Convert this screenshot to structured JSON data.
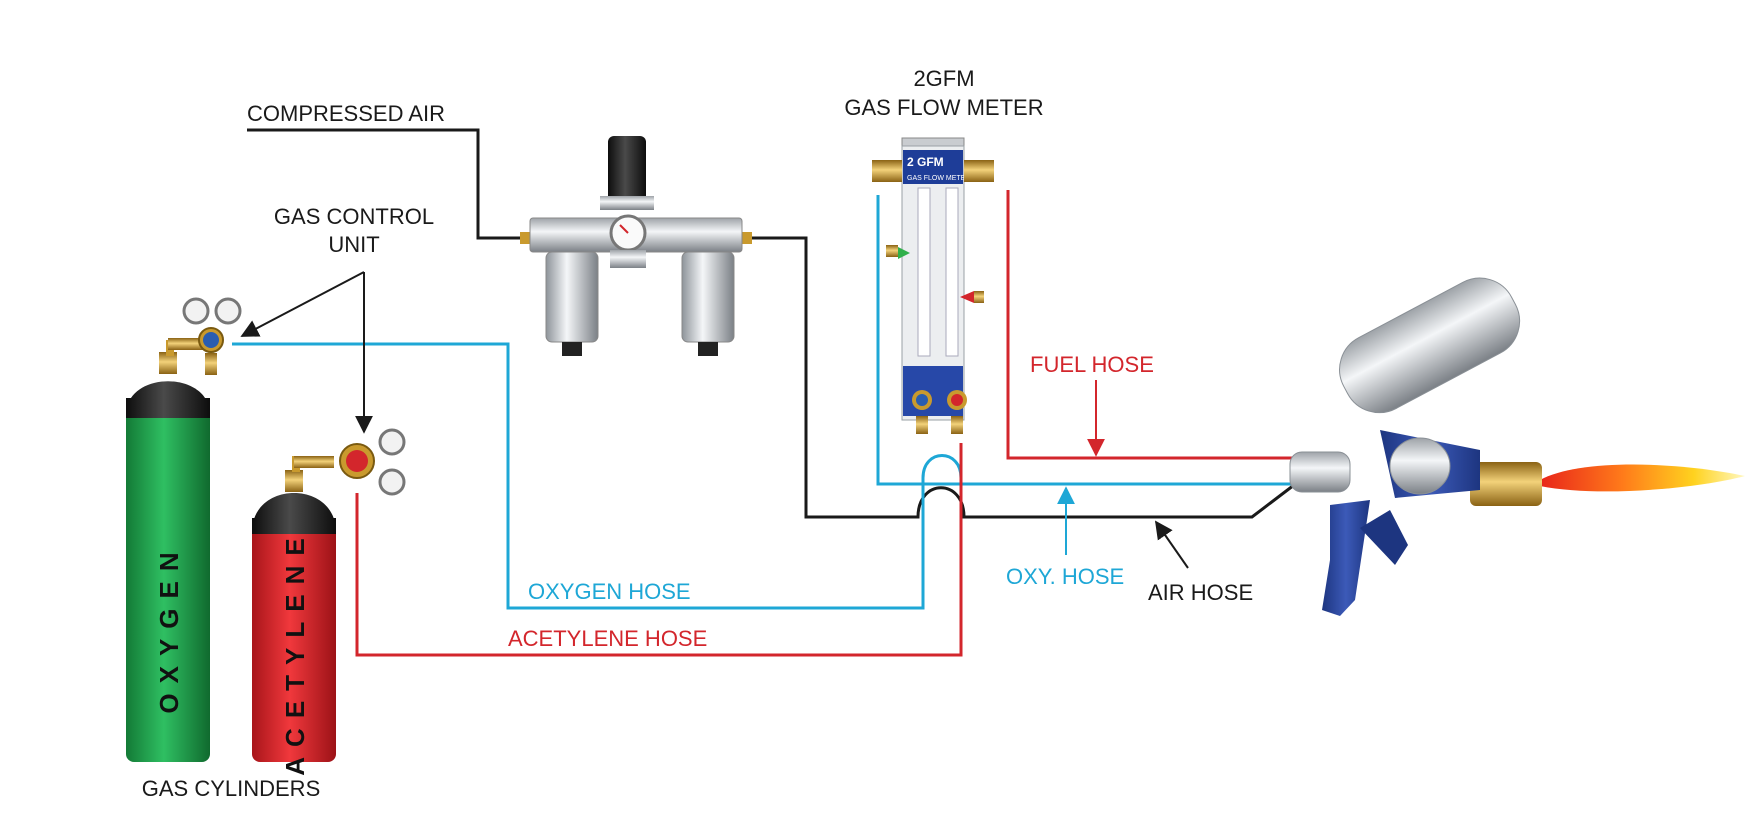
{
  "labels": {
    "compressed_air": "COMPRESSED AIR",
    "gas_control_unit_line1": "GAS CONTROL",
    "gas_control_unit_line2": "UNIT",
    "flow_meter_line1": "2GFM",
    "flow_meter_line2": "GAS FLOW METER",
    "fuel_hose": "FUEL HOSE",
    "oxy_hose": "OXY. HOSE",
    "air_hose": "AIR HOSE",
    "oxygen_hose": "OXYGEN HOSE",
    "acetylene_hose": "ACETYLENE HOSE",
    "gas_cylinders": "GAS CYLINDERS"
  },
  "cylinders": {
    "oxygen": "OXYGEN",
    "acetylene": "ACETYLENE"
  },
  "meter_panel": {
    "model": "2 GFM",
    "caption": "GAS FLOW METER"
  },
  "colors": {
    "air_line": "#1a1a1a",
    "oxygen_line": "#1ea7d6",
    "fuel_line": "#d3262c",
    "oxygen_cylinder": "#1f9a4a",
    "acetylene_cylinder": "#d8262c",
    "brass": "#c99a2e"
  }
}
